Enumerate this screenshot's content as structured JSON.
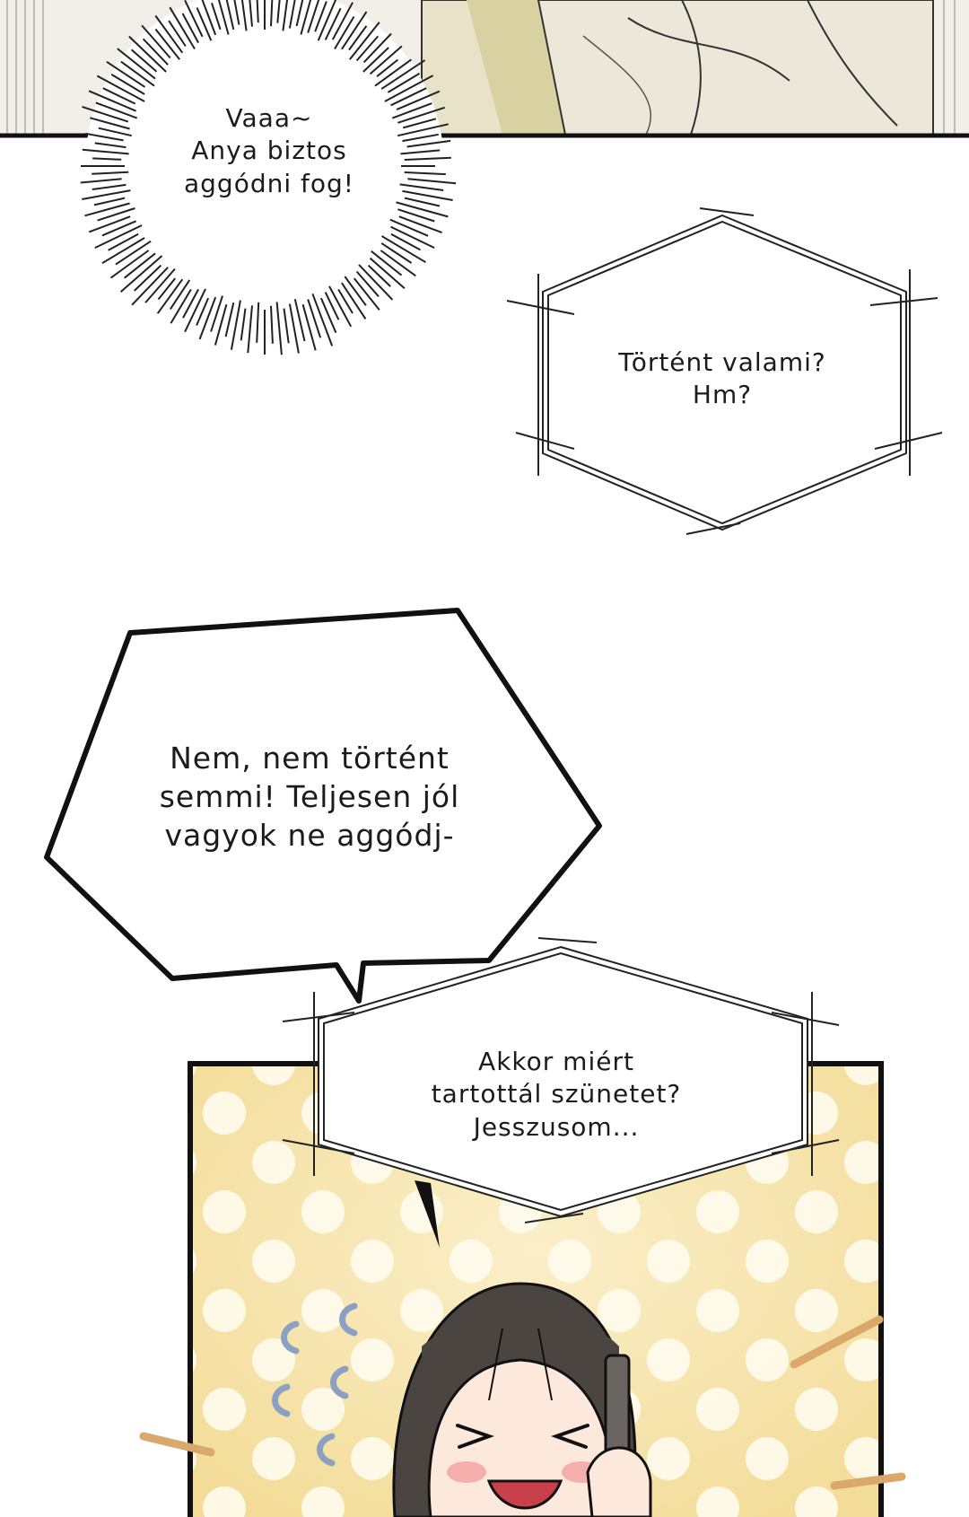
{
  "panel_top": {
    "caption_burst": {
      "lines": [
        "Vaaa~",
        "Anya biztos",
        "aggódni fog!"
      ]
    }
  },
  "bubbles": {
    "phone_question": {
      "lines": [
        "Történt valami?",
        "Hm?"
      ]
    },
    "reply": {
      "lines": [
        "Nem, nem történt",
        "semmi! Teljesen jól",
        "vagyok ne aggódj-"
      ]
    },
    "phone_followup": {
      "lines": [
        "Akkor miért",
        "tartottál szünetet?",
        "Jesszusom..."
      ]
    }
  },
  "colors": {
    "ink": "#1b1b1b",
    "panel_background": "#f7e6b0",
    "polka_dot": "#fffbee",
    "hair": "#4a4540",
    "blush": "#f2a0a0",
    "sweat_marks": "#8ca0c4",
    "speed_lines": "#d9a86a"
  }
}
